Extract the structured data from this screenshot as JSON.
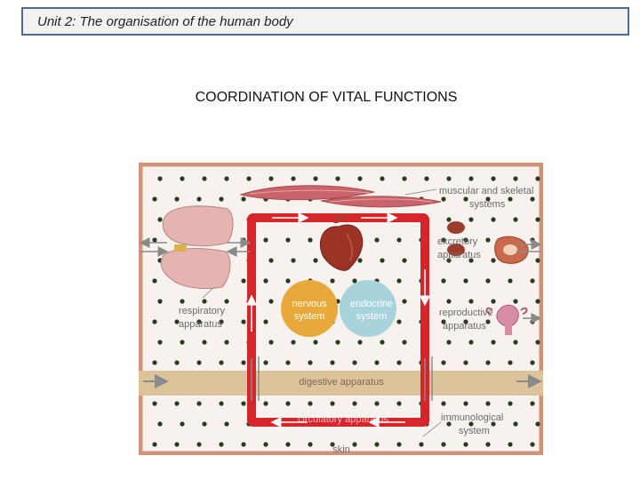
{
  "header": {
    "unit_title": "Unit 2: The organisation of the human body"
  },
  "page": {
    "title": "COORDINATION OF VITAL FUNCTIONS"
  },
  "diagram": {
    "labels": {
      "muscular_line1": "muscular and skeletal",
      "muscular_line2": "systems",
      "excretory_line1": "excretory",
      "excretory_line2": "apparatus",
      "respiratory_line1": "respiratory",
      "respiratory_line2": "apparatus",
      "reproductive_line1": "reproductive",
      "reproductive_line2": "apparatus",
      "nervous_line1": "nervous",
      "nervous_line2": "system",
      "endocrine_line1": "endocrine",
      "endocrine_line2": "system",
      "digestive": "digestive apparatus",
      "circulatory": "circulatory apparatus",
      "immunological_line1": "immunological",
      "immunological_line2": "system",
      "skin": "skin"
    },
    "colors": {
      "skin_border": "#d4917a",
      "background": "#f5f0ec",
      "circulatory_red": "#d6252b",
      "digestive_band": "#dcc39a",
      "nervous_circle": "#e8a93a",
      "endocrine_circle": "#a6d3dc",
      "label_text": "#6b6b6b"
    }
  }
}
